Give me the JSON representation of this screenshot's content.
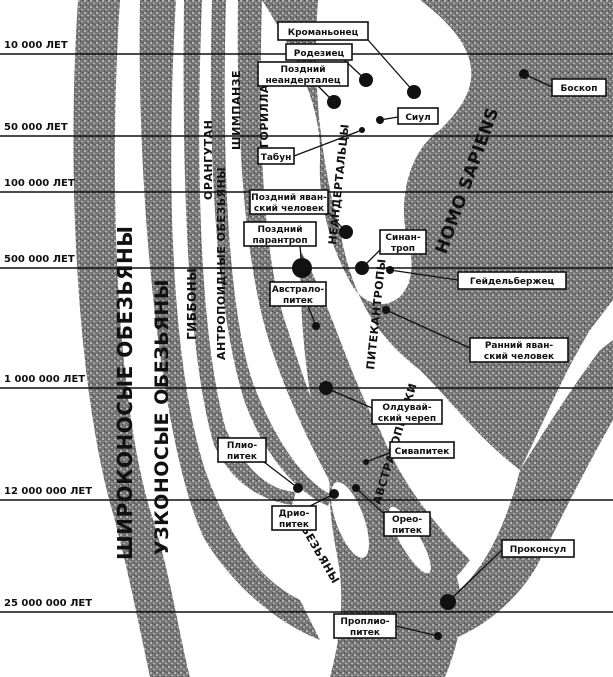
{
  "colors": {
    "ink": "#111111",
    "paper": "#ffffff",
    "band": "#6e6e6e"
  },
  "time_lines": [
    {
      "id": "t10k",
      "label": "10 000  ЛЕТ"
    },
    {
      "id": "t50k",
      "label": "50 000  ЛЕТ"
    },
    {
      "id": "t100k",
      "label": "100 000  ЛЕТ"
    },
    {
      "id": "t500k",
      "label": "500 000  ЛЕТ"
    },
    {
      "id": "t1m",
      "label": "1 000 000  ЛЕТ"
    },
    {
      "id": "t12m",
      "label": "12 000 000  ЛЕТ"
    },
    {
      "id": "t25m",
      "label": "25 000 000  ЛЕТ"
    }
  ],
  "branch_labels": {
    "shirokonosye": "ШИРОКОНОСЫЕ  ОБЕЗЬЯНЫ",
    "uzkonosye": "УЗКОНОСЫЕ  ОБЕЗЬЯНЫ",
    "gibbony": "ГИББОНЫ",
    "orangutan": "ОРАНГУТАН",
    "antropoidnye": "АНТРОПОИДНЫЕ ОБЕЗЬЯНЫ",
    "shimpanze": "ШИМПАНЗЕ",
    "gorilla": "ГОРИЛЛА",
    "neandertaltsy": "НЕАНДЕРТАЛЬЦЫ",
    "homo_sapiens": "HOMO  SAPIENS",
    "pitekantropy": "ПИТЕКАНТРОПЫ",
    "avstralopiteki": "АВСТРАЛОПИТЕКИ",
    "obezyany": "ОБЕЗЬЯНЫ"
  },
  "labels": {
    "kromanonets": "Кроманьонец",
    "rodeziets": "Родезиец",
    "pozdniy_neandertalets": [
      "Поздний",
      "неандерталец"
    ],
    "sikul": "Сиул",
    "boskop": "Боскоп",
    "tabun": "Табун",
    "pozdniy_yavanskiy": [
      "Поздний яван-",
      "ский человек"
    ],
    "pozdniy_parantrop": [
      "Поздний",
      "парантроп"
    ],
    "sinantrop": [
      "Синан-",
      "троп"
    ],
    "geydelbergets": "Гейдельбержец",
    "avstralopitek": [
      "Австрало-",
      "питек"
    ],
    "ranniy_yavanskiy": [
      "Ранний яван-",
      "ский человек"
    ],
    "olduvayskiy": [
      "Олдувай-",
      "ский череп"
    ],
    "sivapitek": "Сивапитек",
    "pliopitek": [
      "Плио-",
      "питек"
    ],
    "driopitek": [
      "Дрио-",
      "питек"
    ],
    "oreopitek": [
      "Орео-",
      "питек"
    ],
    "prokonsul": "Проконсул",
    "propliopitek": [
      "Проплио-",
      "питек"
    ]
  }
}
